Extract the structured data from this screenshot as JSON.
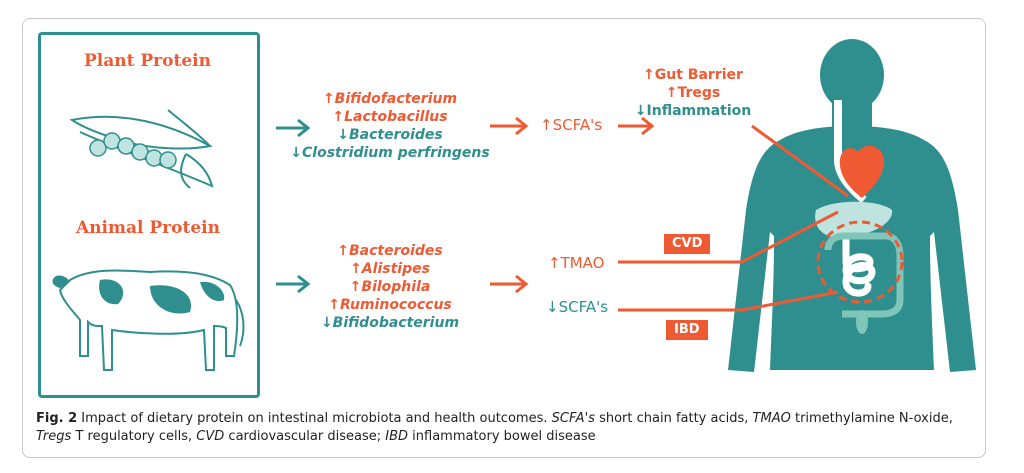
{
  "plant": {
    "title": "Plant Protein",
    "effects": [
      {
        "dir": "up",
        "text": "↑Bifidofacterium"
      },
      {
        "dir": "up",
        "text": "↑Lactobacillus"
      },
      {
        "dir": "down",
        "text": "↓Bacteroides"
      },
      {
        "dir": "down",
        "text": "↓Clostridium perfringens"
      }
    ],
    "metabolite": "↑SCFA's",
    "outcomes": [
      {
        "dir": "up",
        "text": "↑Gut Barrier"
      },
      {
        "dir": "up",
        "text": "↑Tregs"
      },
      {
        "dir": "down",
        "text": "↓Inflammation"
      }
    ]
  },
  "animal": {
    "title": "Animal Protein",
    "effects": [
      {
        "dir": "up",
        "text": "↑Bacteroides"
      },
      {
        "dir": "up",
        "text": "↑Alistipes"
      },
      {
        "dir": "up",
        "text": "↑Bilophila"
      },
      {
        "dir": "up",
        "text": "↑Ruminococcus"
      },
      {
        "dir": "down",
        "text": "↓Bifidobacterium"
      }
    ],
    "metabolite_1": "↑TMAO",
    "metabolite_2": "↓SCFA's",
    "badge_1": "CVD",
    "badge_2": "IBD"
  },
  "caption": {
    "label": "Fig. 2",
    "text": "Impact of dietary protein on intestinal microbiota and health outcomes.",
    "abbr": [
      {
        "term": "SCFA's",
        "def": "short chain fatty acids,"
      },
      {
        "term": "TMAO",
        "def": "trimethylamine N-oxide,"
      },
      {
        "term": "Tregs",
        "def": "T regulatory cells,"
      },
      {
        "term": "CVD",
        "def": "cardiovascular disease;"
      },
      {
        "term": "IBD",
        "def": "inflammatory bowel disease"
      }
    ]
  },
  "colors": {
    "orange": "#ef5a33",
    "teal": "#2f8f8f",
    "body": "#2f8f8f",
    "light": "#bfe3df"
  }
}
